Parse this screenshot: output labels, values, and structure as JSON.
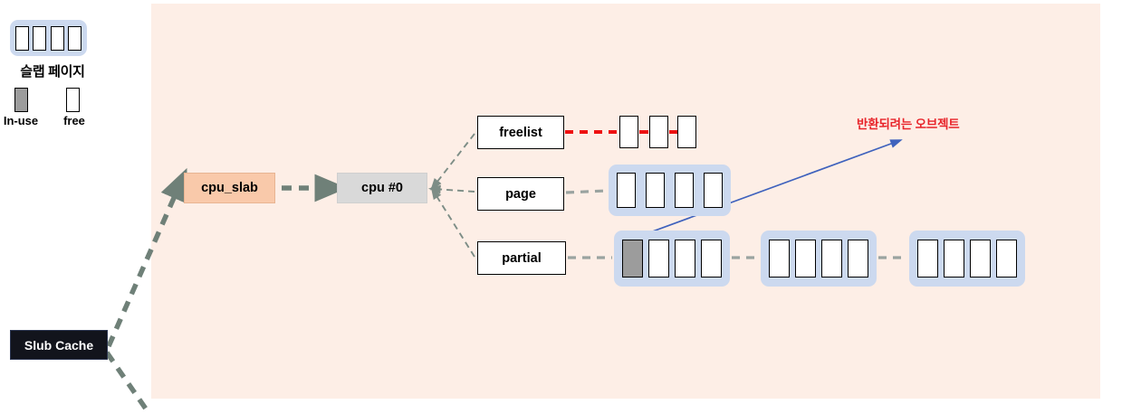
{
  "canvas": {
    "background_color": "#fdeee6",
    "page_background": "#ffffff"
  },
  "legend": {
    "slab_page_caption": "슬랩 페이지",
    "slab_page_cells": [
      "free",
      "free",
      "free",
      "free"
    ],
    "inuse_label": "In-use",
    "free_label": "free",
    "inuse_color": "#9c9c9c",
    "free_color": "#ffffff",
    "group_color": "#ccd9ef"
  },
  "nodes": {
    "slub_cache": "Slub Cache",
    "cpu_slab": "cpu_slab",
    "cpu0": "cpu #0"
  },
  "fields": {
    "freelist": "freelist",
    "page": "page",
    "partial": "partial"
  },
  "freelist_row": {
    "cells": [
      "free",
      "free",
      "free"
    ],
    "link_color": "#ee1111",
    "link_style": "dashed"
  },
  "page_row": {
    "slab_cells": [
      "free",
      "free",
      "free",
      "free"
    ]
  },
  "partial_row": {
    "slabs": [
      {
        "cells": [
          "in-use",
          "free",
          "free",
          "free"
        ]
      },
      {
        "cells": [
          "free",
          "free",
          "free",
          "free"
        ]
      },
      {
        "cells": [
          "free",
          "free",
          "free",
          "free"
        ]
      }
    ]
  },
  "annotation": {
    "return_object_text": "반환되려는 오브젝트",
    "color": "#e8242a",
    "arrow_color": "#3f62bd"
  },
  "colors": {
    "cpu_slab_fill": "#f9c9aa",
    "cpu0_fill": "#d9d9d9",
    "slub_cache_fill": "#12141c",
    "connector_gray": "#7d8d86",
    "connector_dashed_light": "#9aa3a0"
  }
}
